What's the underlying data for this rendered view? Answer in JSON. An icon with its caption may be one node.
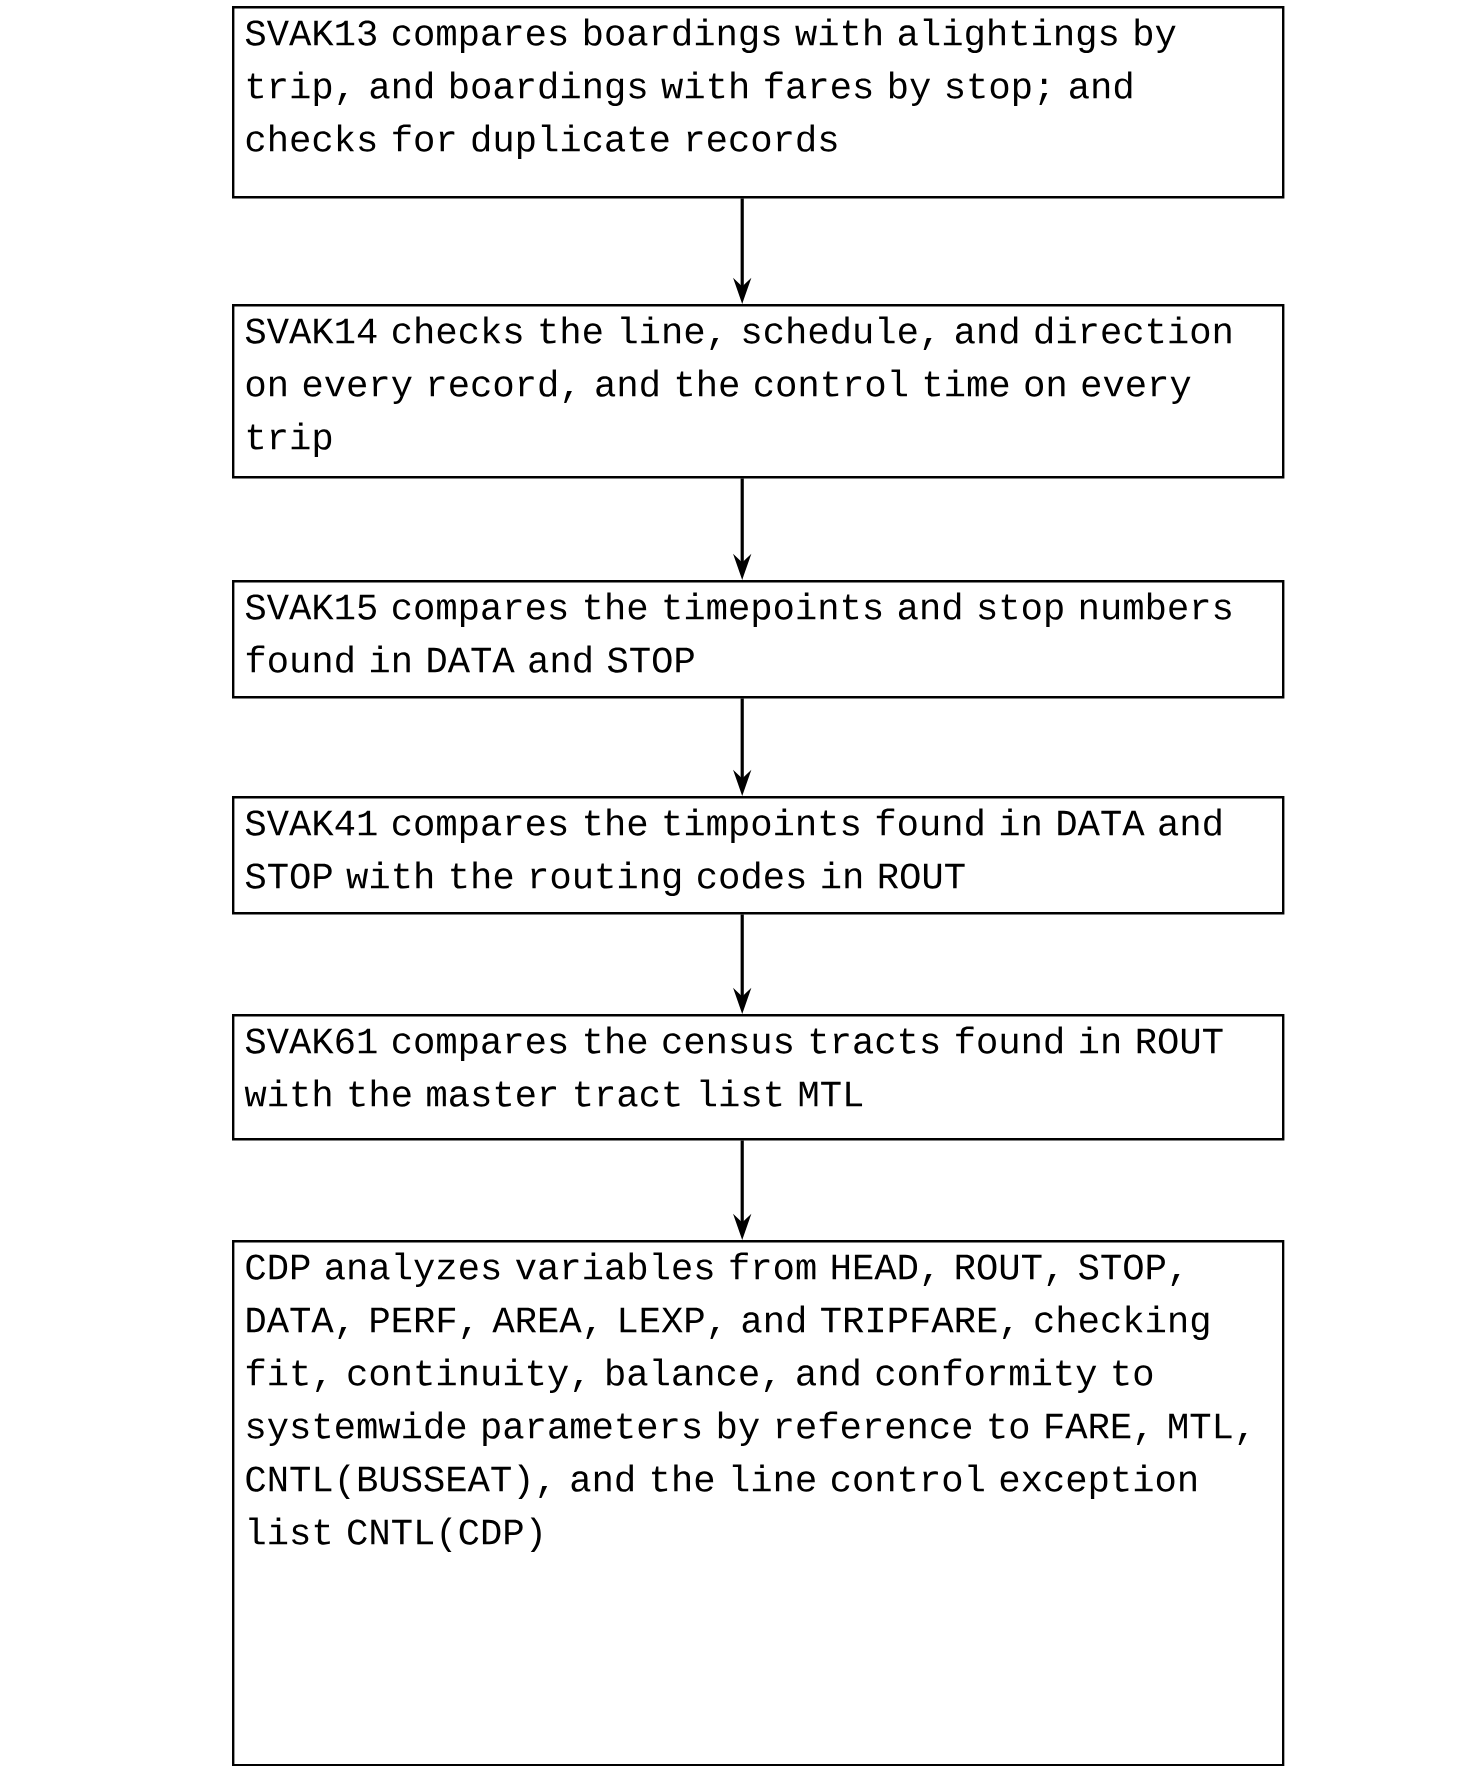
{
  "diagram": {
    "nodes": [
      {
        "text": [
          "SVAK13 compares boardings with alightings by trip, and boardings with fares by stop; and checks for duplicate records"
        ]
      },
      {
        "text": [
          "SVAK14 checks the line, schedule, and direction on every record, and the control time on every trip"
        ]
      },
      {
        "text": [
          "SVAK15 compares the timepoints and stop numbers found in DATA and STOP"
        ]
      },
      {
        "text": [
          "SVAK41 compares the timpoints found in DATA and STOP with the routing codes in ROUT"
        ]
      },
      {
        "text": [
          "SVAK61 compares the census tracts found in ROUT with the master tract list MTL"
        ]
      },
      {
        "text": [
          "CDP analyzes variables from HEAD, ROUT, STOP, DATA, PERF, AREA, LEXP, and TRIPFARE, checking fit, continuity, balance, and conformity to systemwide parameters by reference to FARE, MTL, CNTL(BUSSEAT), and the line control exception list CNTL(CDP)"
        ]
      }
    ],
    "edges": [
      {
        "from": 0,
        "to": 1,
        "arrow": "to"
      },
      {
        "from": 1,
        "to": 2,
        "arrow": "to"
      },
      {
        "from": 2,
        "to": 3,
        "arrow": "to"
      },
      {
        "from": 3,
        "to": 4,
        "arrow": "to"
      },
      {
        "from": 4,
        "to": 5,
        "arrow": "to"
      }
    ]
  }
}
